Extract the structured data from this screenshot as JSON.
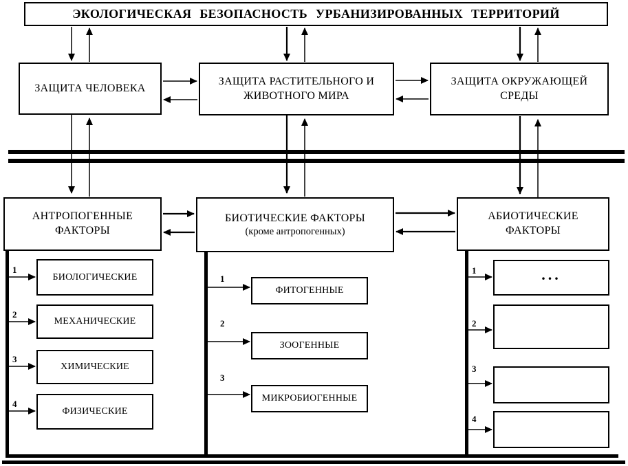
{
  "title": "ЭКОЛОГИЧЕСКАЯ БЕЗОПАСНОСТЬ УРБАНИЗИРОВАННЫХ ТЕРРИТОРИЙ",
  "protection_row": {
    "human": "ЗАЩИТА ЧЕЛОВЕКА",
    "flora_fauna": "ЗАЩИТА РАСТИТЕЛЬНОГО И ЖИВОТНОГО МИРА",
    "environment": "ЗАЩИТА ОКРУЖАЮЩЕЙ СРЕДЫ"
  },
  "factors_row": {
    "anthropogenic": {
      "label": "АНТРОПОГЕННЫЕ ФАКТОРЫ",
      "sublabel": ""
    },
    "biotic": {
      "label": "БИОТИЧЕСКИЕ ФАКТОРЫ",
      "sublabel": "(кроме антропогенных)"
    },
    "abiotic": {
      "label": "АБИОТИЧЕСКИЕ ФАКТОРЫ",
      "sublabel": ""
    }
  },
  "anthropogenic_items": [
    {
      "num": "1",
      "label": "БИОЛОГИЧЕСКИЕ"
    },
    {
      "num": "2",
      "label": "МЕХАНИЧЕСКИЕ"
    },
    {
      "num": "3",
      "label": "ХИМИЧЕСКИЕ"
    },
    {
      "num": "4",
      "label": "ФИЗИЧЕСКИЕ"
    }
  ],
  "biotic_items": [
    {
      "num": "1",
      "label": "ФИТОГЕННЫЕ"
    },
    {
      "num": "2",
      "label": "ЗООГЕННЫЕ"
    },
    {
      "num": "3",
      "label": "МИКРОБИОГЕННЫЕ"
    }
  ],
  "abiotic_items": [
    {
      "num": "1",
      "label": "..."
    },
    {
      "num": "2",
      "label": ""
    },
    {
      "num": "3",
      "label": ""
    },
    {
      "num": "4",
      "label": ""
    }
  ],
  "colors": {
    "line": "#000000",
    "background": "#ffffff"
  }
}
